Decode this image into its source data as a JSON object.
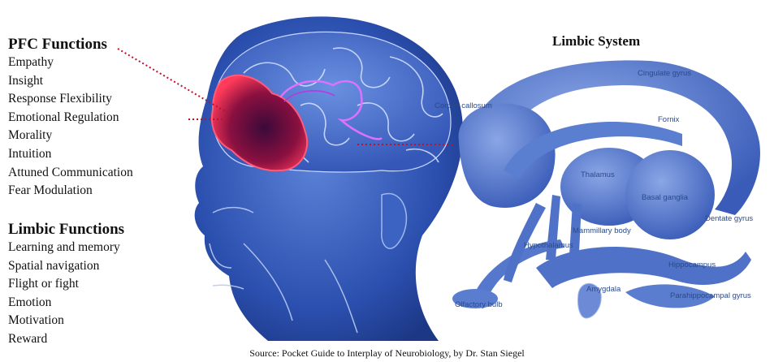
{
  "pfc": {
    "heading": "PFC Functions",
    "items": [
      "Empathy",
      "Insight",
      "Response Flexibility",
      "Emotional  Regulation",
      "Morality",
      "Intuition",
      "Attuned Communication",
      "Fear Modulation"
    ]
  },
  "limbic": {
    "heading": "Limbic Functions",
    "items": [
      "Learning and memory",
      "Spatial navigation",
      "Flight  or fight",
      "Emotion",
      "Motivation",
      "Reward"
    ]
  },
  "limbic_system": {
    "title": "Limbic System",
    "labels": {
      "cingulate": "Cingulate gyrus",
      "corpus": "Corpus callosum",
      "fornix": "Fornix",
      "thalamus": "Thalamus",
      "basal": "Basal ganglia",
      "mammillary": "Mammillary body",
      "hypothalamus": "Hypothalamus",
      "dentate": "Dentate gyrus",
      "hippocampus": "Hippocampus",
      "amygdala": "Amygdala",
      "olfactory": "Olfactory bulb",
      "parahippocampal": "Parahippocampal gyrus"
    }
  },
  "source": "Source: Pocket Guide to Interplay of Neurobiology, by Dr. Stan Siegel",
  "colors": {
    "head": "#2b4fae",
    "brain": "#3d67c8",
    "limbic": "#4a6ec8",
    "pfc": "#e0224e",
    "connector": "#c0102a"
  }
}
